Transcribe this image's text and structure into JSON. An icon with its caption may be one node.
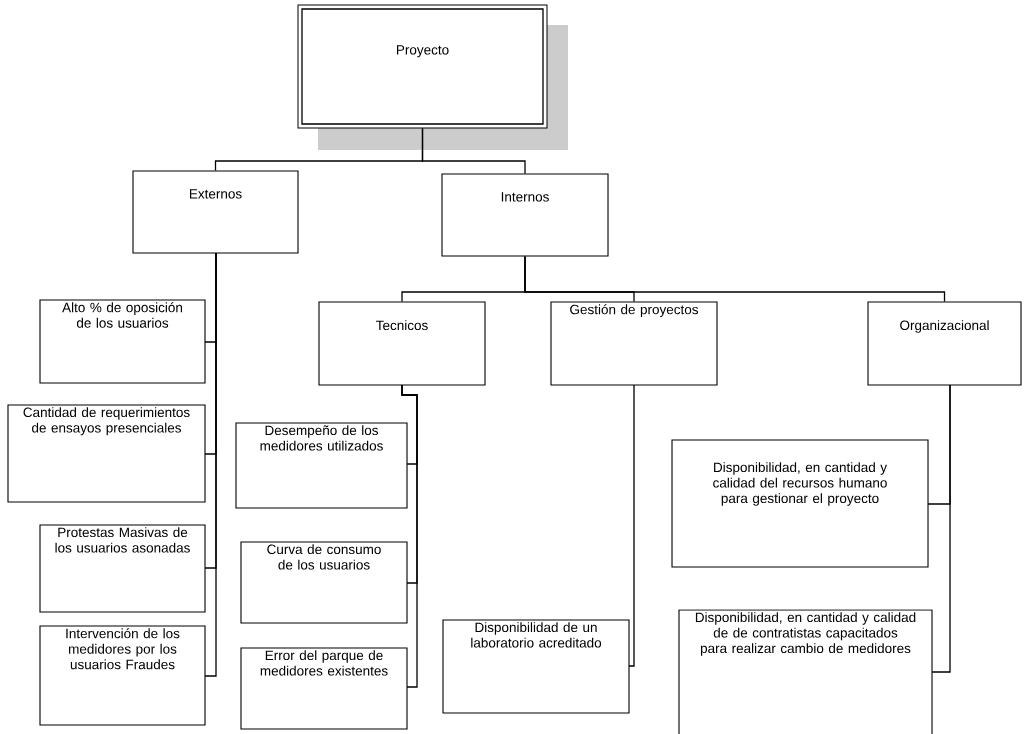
{
  "diagram": {
    "nodes": [
      {
        "text": [
          "Proyecto"
        ]
      },
      {
        "text": [
          "Externos"
        ]
      },
      {
        "text": [
          "Internos"
        ]
      },
      {
        "text": [
          "Alto % de oposición de los usuarios"
        ]
      },
      {
        "text": [
          "Cantidad de requerimientos de ensayos presenciales"
        ]
      },
      {
        "text": [
          "Protestas Masivas de los usuarios asonadas"
        ]
      },
      {
        "text": [
          "Intervención de los medidores por los usuarios Fraudes"
        ]
      },
      {
        "text": [
          "Tecnicos"
        ]
      },
      {
        "text": [
          "Gestión de proyectos"
        ]
      },
      {
        "text": [
          "Organizacional"
        ]
      },
      {
        "text": [
          "Desempeño de los medidores utilizados"
        ]
      },
      {
        "text": [
          "Curva de consumo de los usuarios"
        ]
      },
      {
        "text": [
          "Error del parque de medidores existentes"
        ]
      },
      {
        "text": [
          "Disponibilidad de un laboratorio acreditado"
        ]
      },
      {
        "text": [
          "Disponibilidad, en cantidad y calidad del recursos humano para gestionar el proyecto"
        ]
      },
      {
        "text": [
          "Disponibilidad, en cantidad y calidad de de contratistas capacitados para realizar cambio de medidores"
        ]
      }
    ],
    "edges": [
      {
        "from": 0,
        "to": 1,
        "arrow": "none"
      },
      {
        "from": 0,
        "to": 2,
        "arrow": "none"
      },
      {
        "from": 1,
        "to": 3,
        "arrow": "none"
      },
      {
        "from": 1,
        "to": 4,
        "arrow": "none"
      },
      {
        "from": 1,
        "to": 5,
        "arrow": "none"
      },
      {
        "from": 1,
        "to": 6,
        "arrow": "none"
      },
      {
        "from": 2,
        "to": 7,
        "arrow": "none"
      },
      {
        "from": 2,
        "to": 8,
        "arrow": "none"
      },
      {
        "from": 2,
        "to": 9,
        "arrow": "none"
      },
      {
        "from": 7,
        "to": 10,
        "arrow": "none"
      },
      {
        "from": 7,
        "to": 11,
        "arrow": "none"
      },
      {
        "from": 7,
        "to": 12,
        "arrow": "none"
      },
      {
        "from": 8,
        "to": 13,
        "arrow": "none"
      },
      {
        "from": 9,
        "to": 14,
        "arrow": "none"
      },
      {
        "from": 9,
        "to": 15,
        "arrow": "none"
      }
    ]
  }
}
